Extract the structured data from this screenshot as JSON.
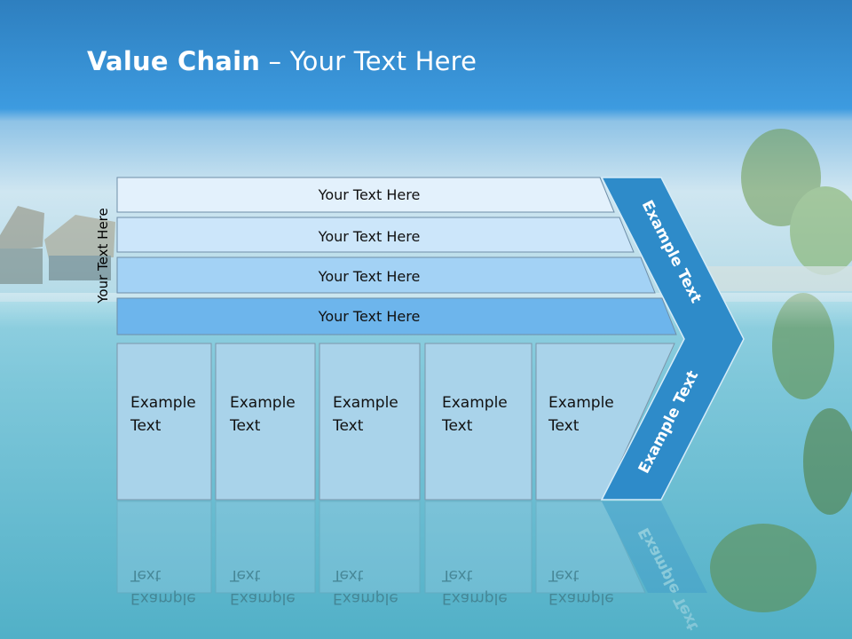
{
  "slide": {
    "title_bold": "Value Chain",
    "title_rest": " – Your Text Here",
    "side_label": "Your Text Here"
  },
  "bars": [
    {
      "label": "Your Text Here",
      "color": "#E3F1FC"
    },
    {
      "label": "Your Text Here",
      "color": "#CCE6FA"
    },
    {
      "label": "Your Text Here",
      "color": "#A3D2F5"
    },
    {
      "label": "Your Text Here",
      "color": "#6DB5EC"
    }
  ],
  "boxes": [
    {
      "line1": "Example",
      "line2": "Text"
    },
    {
      "line1": "Example",
      "line2": "Text"
    },
    {
      "line1": "Example",
      "line2": "Text"
    },
    {
      "line1": "Example",
      "line2": "Text"
    },
    {
      "line1": "Example",
      "line2": "Text"
    }
  ],
  "chevron": {
    "upper_label": "Example Text",
    "lower_label": "Example Text",
    "color": "#2E8BC9"
  },
  "colors": {
    "box_fill": "#A9D3EA",
    "header_band": "#2F86C8"
  }
}
